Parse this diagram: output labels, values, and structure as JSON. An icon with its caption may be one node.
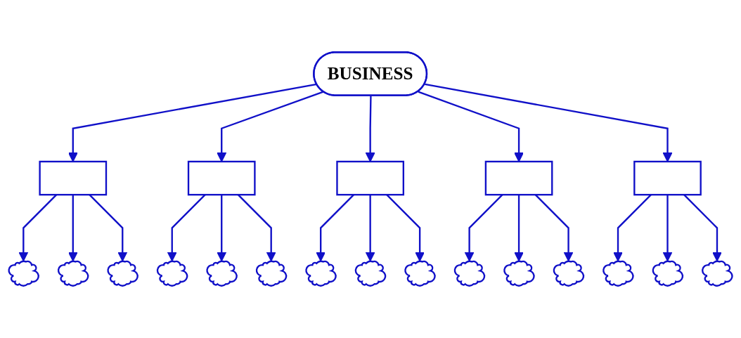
{
  "diagram": {
    "nodes": [
      {
        "text": [
          "BUSINESS"
        ]
      },
      {
        "text": [],
        "shape": "box"
      },
      {
        "text": [],
        "shape": "cloud"
      },
      {
        "text": [],
        "shape": "cloud"
      },
      {
        "text": [],
        "shape": "cloud"
      },
      {
        "text": [],
        "shape": "box"
      },
      {
        "text": [],
        "shape": "cloud"
      },
      {
        "text": [],
        "shape": "cloud"
      },
      {
        "text": [],
        "shape": "cloud"
      },
      {
        "text": [],
        "shape": "box"
      },
      {
        "text": [],
        "shape": "cloud"
      },
      {
        "text": [],
        "shape": "cloud"
      },
      {
        "text": [],
        "shape": "cloud"
      },
      {
        "text": [],
        "shape": "box"
      },
      {
        "text": [],
        "shape": "cloud"
      },
      {
        "text": [],
        "shape": "cloud"
      },
      {
        "text": [],
        "shape": "cloud"
      },
      {
        "text": [],
        "shape": "box"
      },
      {
        "text": [],
        "shape": "cloud"
      },
      {
        "text": [],
        "shape": "cloud"
      },
      {
        "text": [],
        "shape": "cloud"
      }
    ],
    "edges": [
      {
        "from": 0,
        "to": 1,
        "arrow": "to"
      },
      {
        "from": 0,
        "to": 5,
        "arrow": "to"
      },
      {
        "from": 0,
        "to": 9,
        "arrow": "to"
      },
      {
        "from": 0,
        "to": 13,
        "arrow": "to"
      },
      {
        "from": 0,
        "to": 17,
        "arrow": "to"
      },
      {
        "from": 1,
        "to": 2,
        "arrow": "to"
      },
      {
        "from": 1,
        "to": 3,
        "arrow": "to"
      },
      {
        "from": 1,
        "to": 4,
        "arrow": "to"
      },
      {
        "from": 5,
        "to": 6,
        "arrow": "to"
      },
      {
        "from": 5,
        "to": 7,
        "arrow": "to"
      },
      {
        "from": 5,
        "to": 8,
        "arrow": "to"
      },
      {
        "from": 9,
        "to": 10,
        "arrow": "to"
      },
      {
        "from": 9,
        "to": 11,
        "arrow": "to"
      },
      {
        "from": 9,
        "to": 12,
        "arrow": "to"
      },
      {
        "from": 13,
        "to": 14,
        "arrow": "to"
      },
      {
        "from": 13,
        "to": 15,
        "arrow": "to"
      },
      {
        "from": 13,
        "to": 16,
        "arrow": "to"
      },
      {
        "from": 17,
        "to": 18,
        "arrow": "to"
      },
      {
        "from": 17,
        "to": 19,
        "arrow": "to"
      },
      {
        "from": 17,
        "to": 20,
        "arrow": "to"
      }
    ]
  }
}
